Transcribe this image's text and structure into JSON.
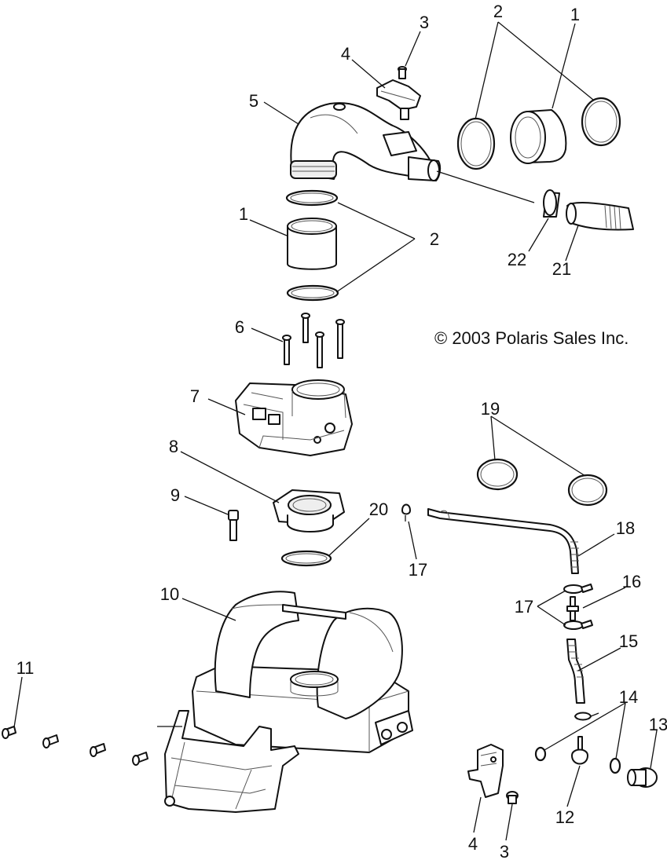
{
  "diagram": {
    "copyright": "© 2003 Polaris Sales Inc.",
    "callouts": [
      {
        "id": "c-1a",
        "text": "1"
      },
      {
        "id": "c-2a",
        "text": "2"
      },
      {
        "id": "c-3a",
        "text": "3"
      },
      {
        "id": "c-4a",
        "text": "4"
      },
      {
        "id": "c-5",
        "text": "5"
      },
      {
        "id": "c-1b",
        "text": "1"
      },
      {
        "id": "c-2b",
        "text": "2"
      },
      {
        "id": "c-22",
        "text": "22"
      },
      {
        "id": "c-21",
        "text": "21"
      },
      {
        "id": "c-6",
        "text": "6"
      },
      {
        "id": "c-7",
        "text": "7"
      },
      {
        "id": "c-19",
        "text": "19"
      },
      {
        "id": "c-8",
        "text": "8"
      },
      {
        "id": "c-9",
        "text": "9"
      },
      {
        "id": "c-20",
        "text": "20"
      },
      {
        "id": "c-17a",
        "text": "17"
      },
      {
        "id": "c-18",
        "text": "18"
      },
      {
        "id": "c-10",
        "text": "10"
      },
      {
        "id": "c-16",
        "text": "16"
      },
      {
        "id": "c-17b",
        "text": "17"
      },
      {
        "id": "c-15",
        "text": "15"
      },
      {
        "id": "c-11",
        "text": "11"
      },
      {
        "id": "c-14",
        "text": "14"
      },
      {
        "id": "c-13",
        "text": "13"
      },
      {
        "id": "c-12",
        "text": "12"
      },
      {
        "id": "c-4b",
        "text": "4"
      },
      {
        "id": "c-3b",
        "text": "3"
      }
    ]
  }
}
